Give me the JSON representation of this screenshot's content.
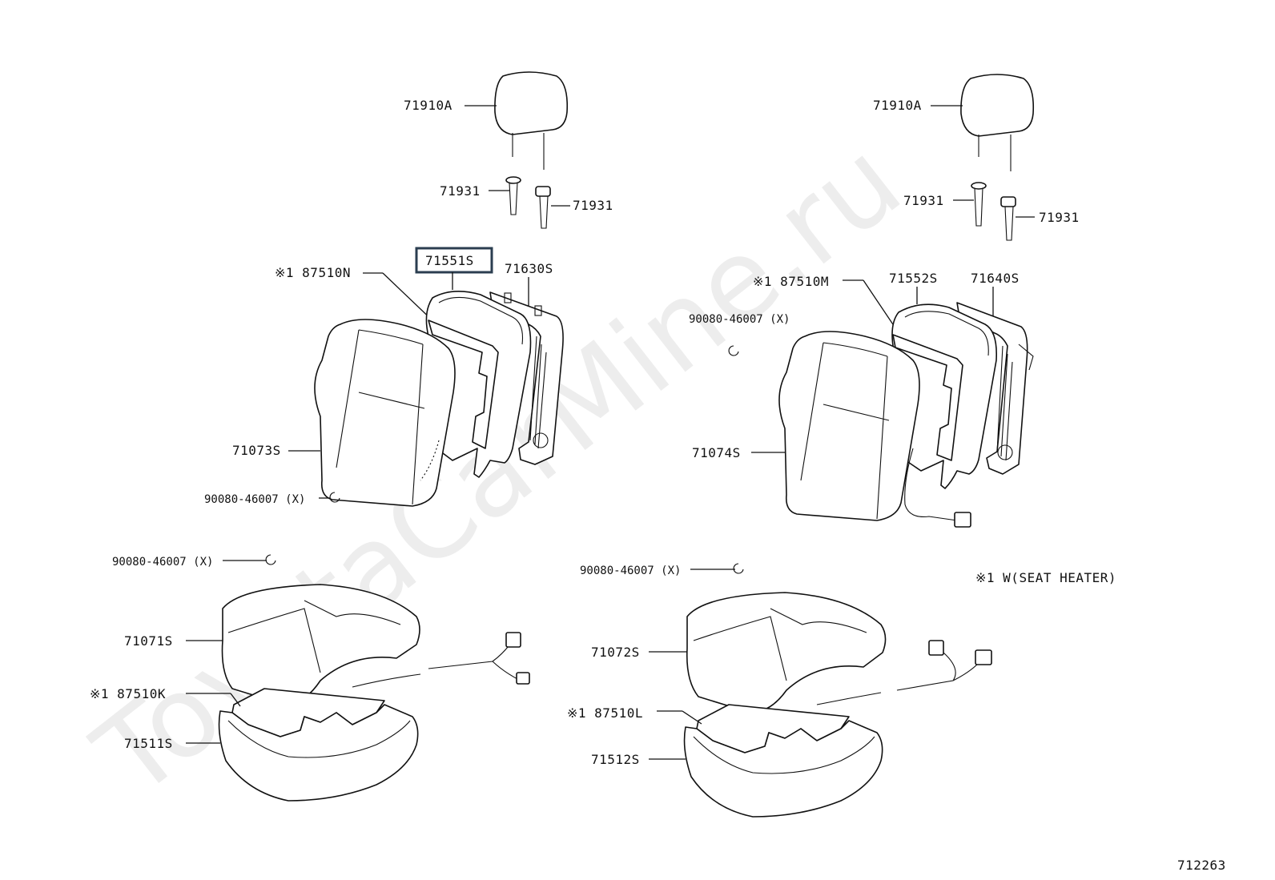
{
  "watermark": "ToyotaCarMine.ru",
  "diagram_code": "712263",
  "note": "※1 W(SEAT HEATER)",
  "left": {
    "headrest": "71910A",
    "support_a": "71931",
    "support_b": "71931",
    "back_pad": "71551S",
    "back_frame": "71630S",
    "back_heater": "※1 87510N",
    "back_cover": "71073S",
    "back_hogring": "90080-46007 (X)",
    "cush_hogring": "90080-46007 (X)",
    "cush_cover": "71071S",
    "cush_heater": "※1 87510K",
    "cush_pad": "71511S"
  },
  "right": {
    "headrest": "71910A",
    "support_a": "71931",
    "support_b": "71931",
    "back_heater": "※1 87510M",
    "back_pad": "71552S",
    "back_frame": "71640S",
    "back_hogring": "90080-46007 (X)",
    "back_cover": "71074S",
    "cush_hogring": "90080-46007 (X)",
    "cush_cover": "71072S",
    "cush_heater": "※1 87510L",
    "cush_pad": "71512S"
  }
}
